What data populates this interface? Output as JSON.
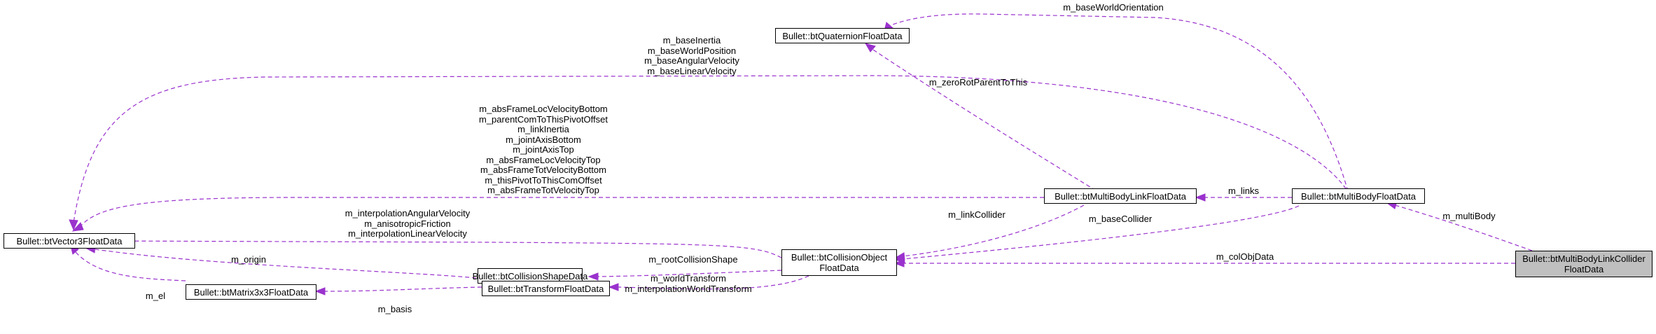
{
  "nodes": {
    "vector3": "Bullet::btVector3FloatData",
    "quaternion": "Bullet::btQuaternionFloatData",
    "matrix3x3": "Bullet::btMatrix3x3FloatData",
    "collision_shape": "Bullet::btCollisionShapeData",
    "transform": "Bullet::btTransformFloatData",
    "collision_object_line1": "Bullet::btCollisionObject",
    "collision_object_line2": "FloatData",
    "link": "Bullet::btMultiBodyLinkFloatData",
    "multibody": "Bullet::btMultiBodyFloatData",
    "collider_line1": "Bullet::btMultiBodyLinkCollider",
    "collider_line2": "FloatData"
  },
  "edge_labels": {
    "multibody_to_vector3": [
      "m_baseInertia",
      "m_baseWorldPosition",
      "m_baseAngularVelocity",
      "m_baseLinearVelocity"
    ],
    "link_to_vector3": [
      "m_absFrameLocVelocityBottom",
      "m_parentComToThisPivotOffset",
      "m_linkInertia",
      "m_jointAxisBottom",
      "m_jointAxisTop",
      "m_absFrameLocVelocityTop",
      "m_absFrameTotVelocityBottom",
      "m_thisPivotToThisComOffset",
      "m_absFrameTotVelocityTop"
    ],
    "collobj_to_vector3": [
      "m_interpolationAngularVelocity",
      "m_anisotropicFriction",
      "m_interpolationLinearVelocity"
    ],
    "transform_to_vector3": [
      "m_origin"
    ],
    "matrix_to_vector3": [
      "m_el"
    ],
    "transform_to_matrix": [
      "m_basis"
    ],
    "collobj_to_shape": [
      "m_rootCollisionShape"
    ],
    "collobj_to_transform": [
      "m_worldTransform",
      "m_interpolationWorldTransform"
    ],
    "link_to_quaternion": [
      "m_zeroRotParentToThis"
    ],
    "multibody_to_quaternion": [
      "m_baseWorldOrientation"
    ],
    "link_to_collobj": [
      "m_linkCollider"
    ],
    "multibody_to_collobj": [
      "m_baseCollider"
    ],
    "multibody_to_link": [
      "m_links"
    ],
    "collider_to_multibody": [
      "m_multiBody"
    ],
    "collider_to_collobj": [
      "m_colObjData"
    ]
  },
  "colors": {
    "edge": "#9a32cd",
    "focus_fill": "#bfbfbf",
    "node_border": "#000000"
  }
}
